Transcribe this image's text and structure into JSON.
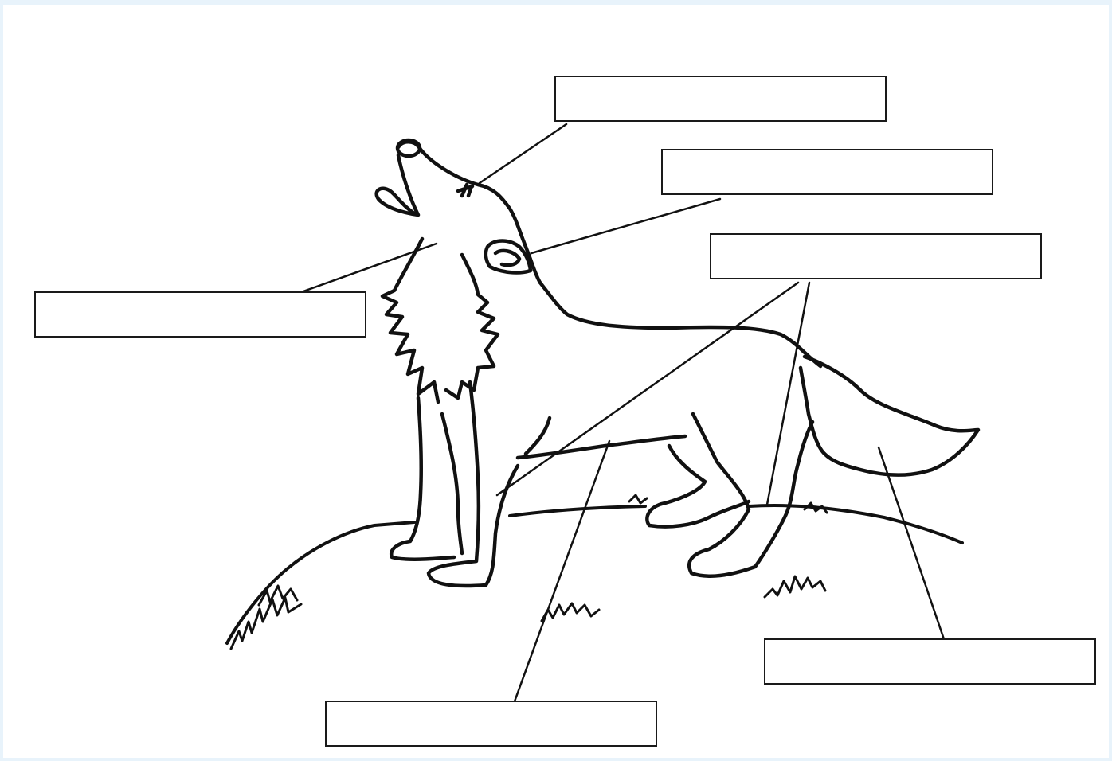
{
  "worksheet": {
    "figure": "wolf-howling-icon",
    "labels": [
      {
        "id": "muzzle",
        "text": ""
      },
      {
        "id": "ear",
        "text": ""
      },
      {
        "id": "back",
        "text": ""
      },
      {
        "id": "neck-fur",
        "text": ""
      },
      {
        "id": "tail",
        "text": ""
      },
      {
        "id": "belly",
        "text": ""
      }
    ]
  },
  "colors": {
    "page_background": "#e8f3fb",
    "canvas": "#ffffff",
    "ink": "#1a1a1a"
  }
}
